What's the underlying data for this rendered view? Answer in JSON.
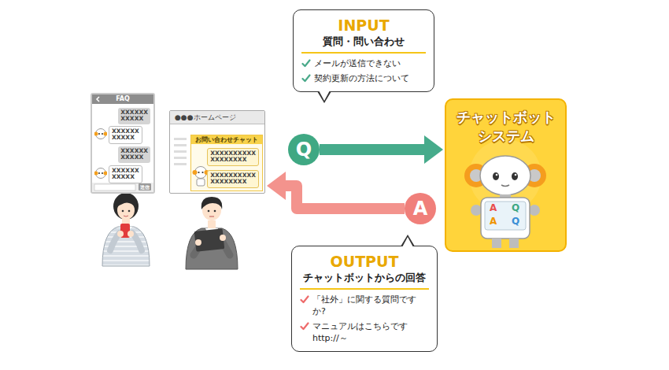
{
  "diagram": {
    "nodes": [
      {
        "text": [
          "FAQ"
        ]
      },
      {
        "text": [
          "XXXXXX XXXXX"
        ],
        "in": 0
      },
      {
        "text": [
          "XXXXXX XXXXX"
        ],
        "in": 0
      },
      {
        "text": [
          "XXXXXX XXXXX"
        ],
        "in": 0
      },
      {
        "text": [
          "XXXXXX XXXXX"
        ],
        "in": 0
      },
      {
        "text": [
          "●●●ホームページ"
        ]
      },
      {
        "text": [
          "お問い合わせチャット"
        ],
        "in": 5
      },
      {
        "text": [
          "XXXXXXXXXX XXXXXXXX"
        ],
        "in": 6
      },
      {
        "text": [
          "XXXXXXXXXX XXXXXXXX"
        ],
        "in": 6
      },
      {
        "text": [
          "INPUT",
          "質問・問い合わせ",
          "メールが送信できない",
          "契約更新の方法について"
        ]
      },
      {
        "text": [
          "Q"
        ]
      },
      {
        "text": [
          "チャットボット システム"
        ]
      },
      {
        "text": [
          "A"
        ]
      },
      {
        "text": [
          "OUTPUT",
          "チャットボットからの回答",
          "「社外」に関する質問ですか?",
          "マニュアルはこちらです http://～"
        ]
      }
    ],
    "edges": [
      {
        "from": 10,
        "to": 11,
        "arrow": "to"
      },
      {
        "from": 12,
        "to": 5,
        "arrow": "to"
      }
    ],
    "labels": [
      "送信",
      "A",
      "Q",
      "A",
      "Q"
    ]
  }
}
